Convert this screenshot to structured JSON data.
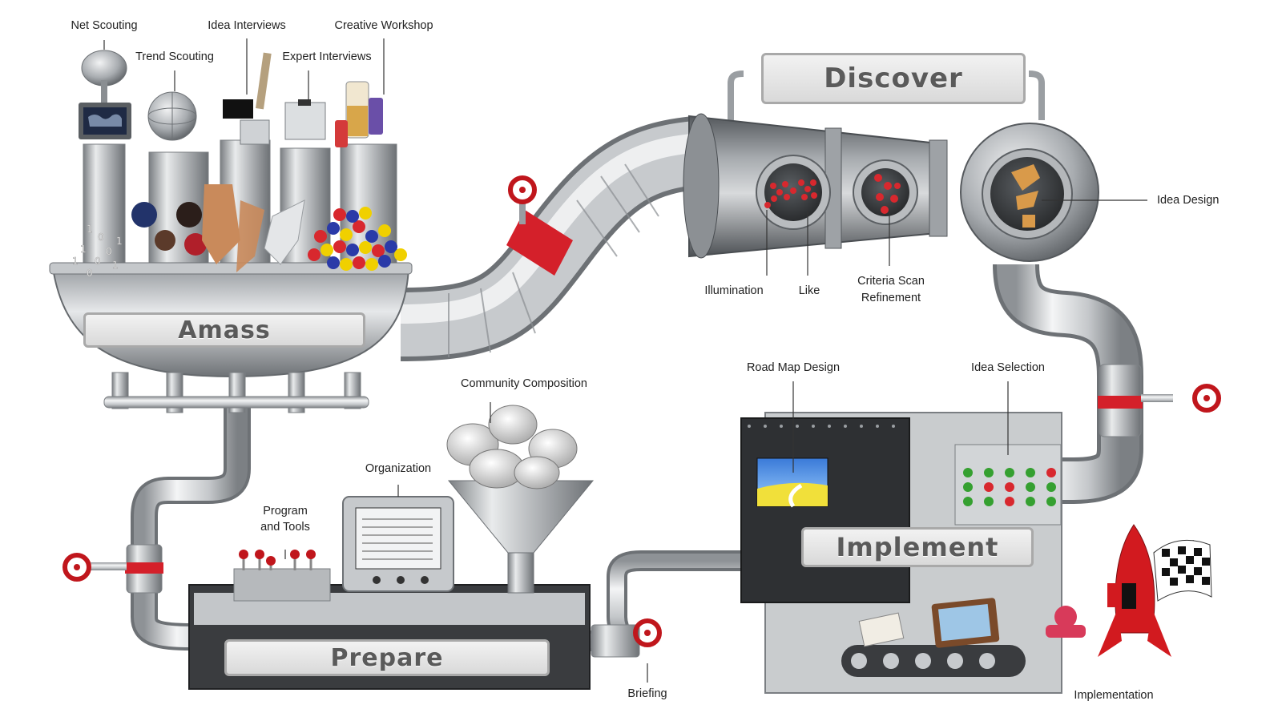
{
  "stages": {
    "amass": "Amass",
    "discover": "Discover",
    "prepare": "Prepare",
    "implement": "Implement"
  },
  "labels": {
    "net_scouting": "Net Scouting",
    "trend_scouting": "Trend Scouting",
    "idea_interviews": "Idea Interviews",
    "expert_interviews": "Expert Interviews",
    "creative_workshop": "Creative Workshop",
    "illumination": "Illumination",
    "like": "Like",
    "criteria_scan": "Criteria Scan",
    "refinement": "Refinement",
    "idea_design": "Idea Design",
    "road_map_design": "Road Map Design",
    "idea_selection": "Idea Selection",
    "community_composition": "Community Composition",
    "organization": "Organization",
    "program": "Program",
    "and_tools": "and Tools",
    "briefing": "Briefing",
    "implementation": "Implementation"
  },
  "colors": {
    "pipe_red_band": "#d4202a",
    "valve_red": "#c0161c",
    "metal": "#b8bcc0",
    "dark_machine": "#2e3033",
    "ball_red": "#d8282e",
    "ball_blue": "#2a3aa8",
    "ball_yellow": "#f0d000",
    "rocket_red": "#d21a1f"
  }
}
